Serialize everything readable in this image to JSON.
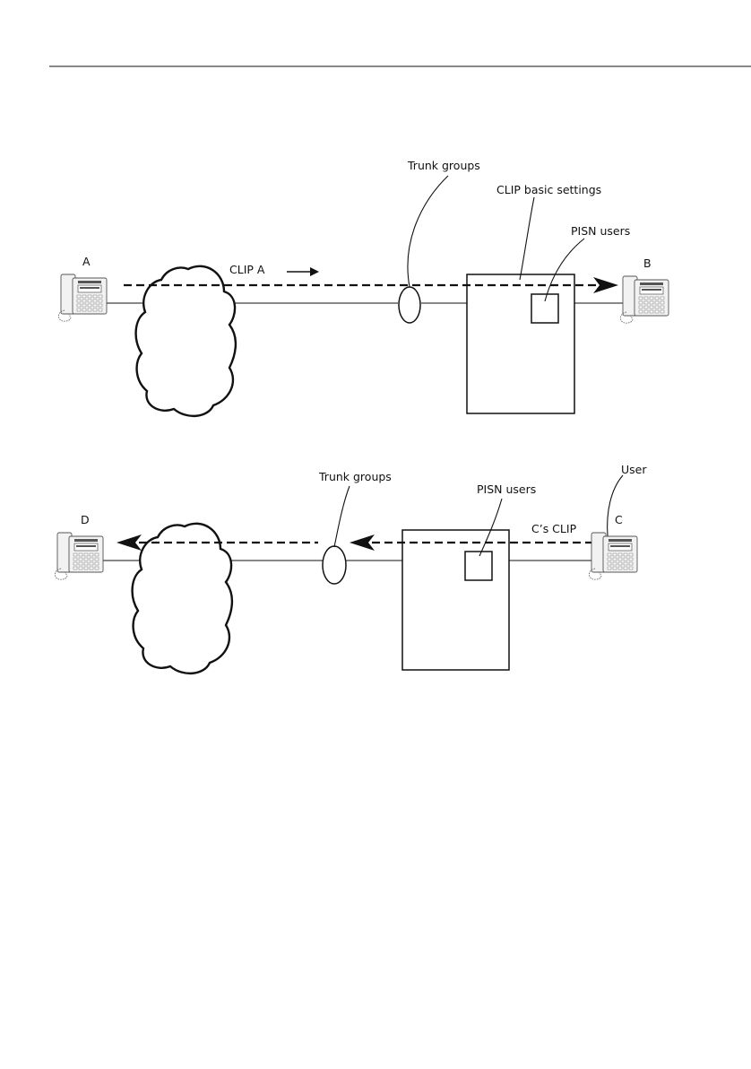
{
  "colors": {
    "line": "#111111",
    "background": "#ffffff",
    "phone": "#f2f2f2"
  },
  "icons": [
    "telephone-icon",
    "cloud-icon",
    "trunk-group-ellipse-icon",
    "arrow-head-icon"
  ],
  "diagram1": {
    "phone_a": "A",
    "phone_b": "B",
    "signal_label": "CLIP A",
    "trunk_groups_label": "Trunk groups",
    "clip_basic_settings_label": "CLIP basic settings",
    "pisn_users_label": "PISN users"
  },
  "diagram2": {
    "phone_d": "D",
    "phone_c": "C",
    "trunk_groups_label": "Trunk groups",
    "pisn_users_label": "PISN users",
    "user_label": "User",
    "signal_label": "C’s CLIP"
  }
}
